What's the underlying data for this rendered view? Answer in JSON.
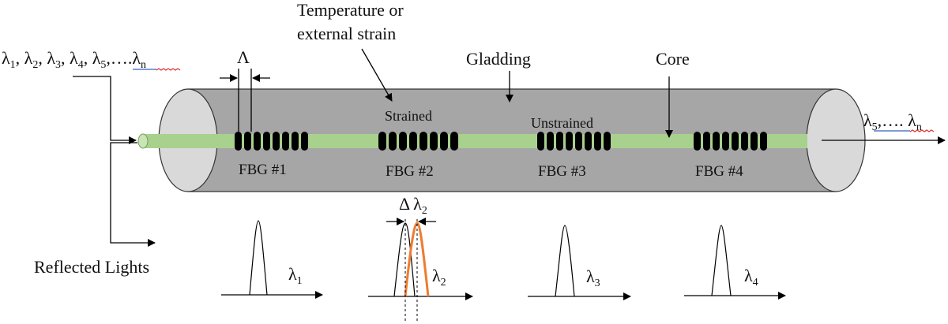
{
  "input_wavelengths": {
    "l1": "λ",
    "s1": "1",
    "sep1": ", ",
    "l2": "λ",
    "s2": "2",
    "sep2": ", ",
    "l3": "λ",
    "s3": "3",
    "sep3": ", ",
    "l4": "λ",
    "s4": "4",
    "sep4": ", ",
    "l5": "λ",
    "s5": "5",
    "dots": ",….",
    "ln": "λ",
    "sn": "n"
  },
  "output_wavelengths": {
    "l5": "λ",
    "s5": "5",
    "dots": ",…. ",
    "ln": "λ",
    "sn": "n"
  },
  "labels": {
    "temp_line1": "Temperature or",
    "temp_line2": "external strain",
    "gladding": "Gladding",
    "core": "Core",
    "grating_period": "Λ",
    "strained": "Strained",
    "unstrained": "Unstrained",
    "reflected": "Reflected Lights"
  },
  "gratings": [
    {
      "name": "FBG #1"
    },
    {
      "name": "FBG #2"
    },
    {
      "name": "FBG #3"
    },
    {
      "name": "FBG #4"
    }
  ],
  "spectra": [
    {
      "lambda": "λ",
      "sub": "1"
    },
    {
      "lambda": "λ",
      "sub": "2"
    },
    {
      "lambda": "λ",
      "sub": "3"
    },
    {
      "lambda": "λ",
      "sub": "4"
    }
  ],
  "shift_label": {
    "delta": "Δ",
    "lambda": "λ",
    "sub": "2"
  },
  "colors": {
    "cladding": "#a6a6a6",
    "end_cap": "#d9d9d9",
    "core": "#a9d18e",
    "grating": "#000000",
    "shifted_peak": "#ed7d31",
    "spell_underline_red": "#e03030",
    "spell_underline_blue": "#3060c0"
  }
}
